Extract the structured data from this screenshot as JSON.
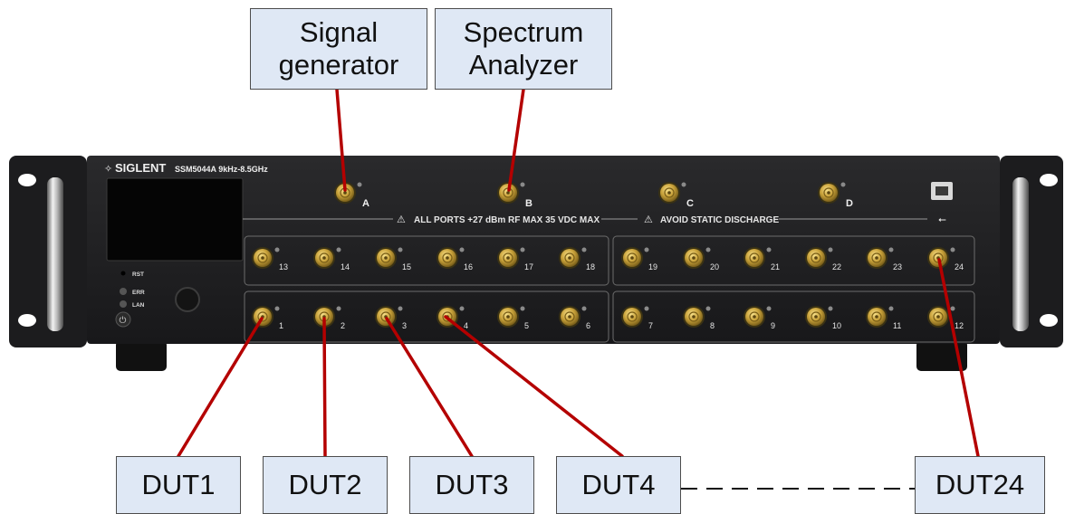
{
  "instrument": {
    "brand": "SIGLENT",
    "model": "SSM5044A 9kHz-8.5GHz",
    "indicators": [
      "RST",
      "ERR",
      "LAN"
    ],
    "top_ports": [
      "A",
      "B",
      "C",
      "D"
    ],
    "warning_text": "ALL PORTS +27 dBm RF MAX  35 VDC MAX",
    "static_text": "AVOID STATIC DISCHARGE",
    "upper_row_ports": [
      "13",
      "14",
      "15",
      "16",
      "17",
      "18",
      "19",
      "20",
      "21",
      "22",
      "23",
      "24"
    ],
    "lower_row_ports": [
      "1",
      "2",
      "3",
      "4",
      "5",
      "6",
      "7",
      "8",
      "9",
      "10",
      "11",
      "12"
    ]
  },
  "callouts": {
    "signal_generator": "Signal\ngenerator",
    "spectrum_analyzer": "Spectrum\nAnalyzer",
    "dut1": "DUT1",
    "dut2": "DUT2",
    "dut3": "DUT3",
    "dut4": "DUT4",
    "dut24": "DUT24"
  },
  "colors": {
    "connection_line": "#b40000",
    "callout_fill": "#dfe8f5",
    "panel": "#1f1f21",
    "connector_gold": "#c9a23a"
  }
}
